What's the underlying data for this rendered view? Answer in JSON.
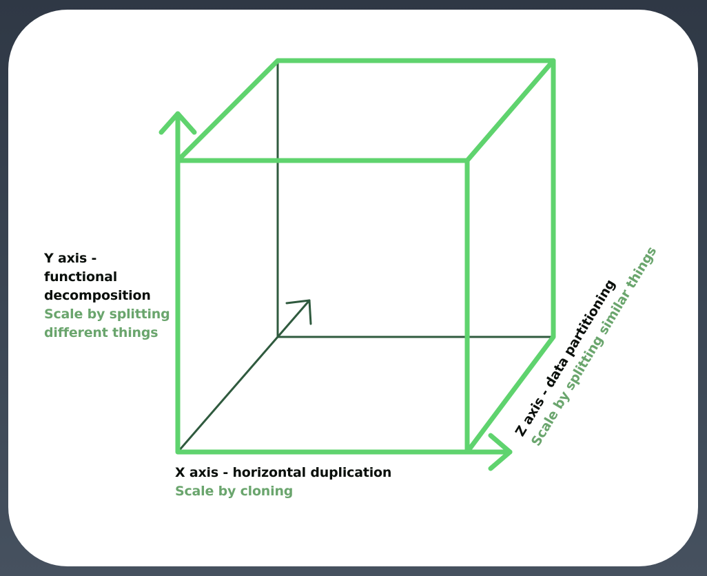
{
  "diagram": {
    "y_axis": {
      "title_line1": "Y axis -",
      "title_line2": "functional",
      "title_line3": "decomposition",
      "desc_line1": "Scale by splitting",
      "desc_line2": "different things"
    },
    "x_axis": {
      "title": "X axis - horizontal duplication",
      "desc": "Scale by cloning"
    },
    "z_axis": {
      "title": "Z axis - data partitioning",
      "desc": "Scale by splitting similar things"
    },
    "colors": {
      "cube_edge": "#5fd36e",
      "hidden_edge": "#2f5a3e",
      "title_text": "#0a0f0b",
      "desc_text": "#6aa56d",
      "background": "#343e4b",
      "card": "#ffffff"
    }
  }
}
